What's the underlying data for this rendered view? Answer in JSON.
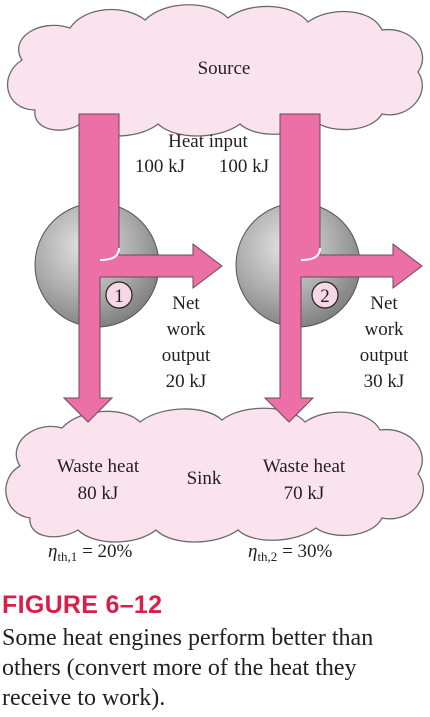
{
  "diagram": {
    "source_label": "Source",
    "heat_input_label": "Heat input",
    "heat_input_1": "100 kJ",
    "heat_input_2": "100 kJ",
    "engine_1_number": "1",
    "engine_2_number": "2",
    "work_1": {
      "line1": "Net",
      "line2": "work",
      "line3": "output",
      "value": "20 kJ"
    },
    "work_2": {
      "line1": "Net",
      "line2": "work",
      "line3": "output",
      "value": "30 kJ"
    },
    "sink_label": "Sink",
    "waste_1": {
      "label": "Waste heat",
      "value": "80 kJ"
    },
    "waste_2": {
      "label": "Waste heat",
      "value": "70 kJ"
    },
    "efficiency_1": {
      "symbol": "η",
      "subscript": "th,1",
      "value": " = 20%"
    },
    "efficiency_2": {
      "symbol": "η",
      "subscript": "th,2",
      "value": " = 30%"
    }
  },
  "colors": {
    "arrow": "#ec6fa6",
    "cloud": "#fbe3ee",
    "engine": "#9a9a9a",
    "accent": "#d81f4a"
  },
  "figure": {
    "label": "FIGURE 6–12",
    "caption": "Some heat engines perform better than others (convert more of the heat they receive to work)."
  }
}
